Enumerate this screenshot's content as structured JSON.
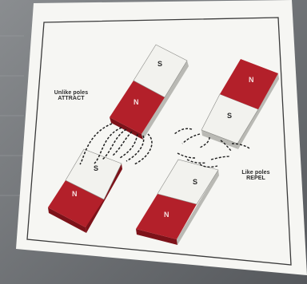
{
  "diagram": {
    "attract_label": {
      "line1": "Unlike poles",
      "line2": "ATTRACT"
    },
    "repel_label": {
      "line1": "Like poles",
      "line2": "REPEL"
    },
    "pole_letters": {
      "south": "S",
      "north": "N"
    },
    "colors": {
      "north_red": "#b3202a",
      "north_red_dark": "#7d1219",
      "south_white": "#f2f2ee",
      "south_shade": "#c9c9c4",
      "card_paper": "#f7f7f4",
      "frame_line": "#3a3a3a",
      "background_grey": "#6f7276",
      "field_lines": "#1e1e1e"
    }
  }
}
